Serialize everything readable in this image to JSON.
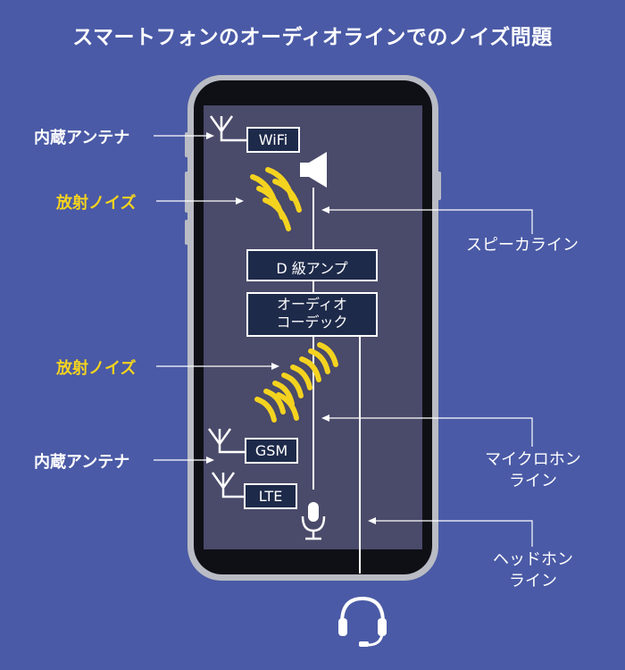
{
  "title": "スマートフォンのオーディオラインでのノイズ問題",
  "left_labels": {
    "antenna_top": "内蔵アンテナ",
    "noise_top": "放射ノイズ",
    "noise_bottom": "放射ノイズ",
    "antenna_bottom": "内蔵アンテナ"
  },
  "right_labels": {
    "speaker_line": "スピーカライン",
    "mic_line_1": "マイクロホン",
    "mic_line_2": "ライン",
    "headphone_line_1": "ヘッドホン",
    "headphone_line_2": "ライン"
  },
  "components": {
    "wifi": "WiFi",
    "gsm": "GSM",
    "lte": "LTE",
    "class_d_amp": "D 級アンプ",
    "codec_1": "オーディオ",
    "codec_2": "コーデック"
  },
  "colors": {
    "background": "#4a5aa6",
    "phone_body": "#b9bcc4",
    "phone_bezel": "#0f1016",
    "screen": "#4a4a6a",
    "box_fill": "#1e2a4a",
    "noise": "#f4d31f",
    "line": "#ffffff"
  },
  "icons": [
    "antenna-icon",
    "speaker-icon",
    "microphone-icon",
    "headphone-icon",
    "noise-wave-icon"
  ]
}
